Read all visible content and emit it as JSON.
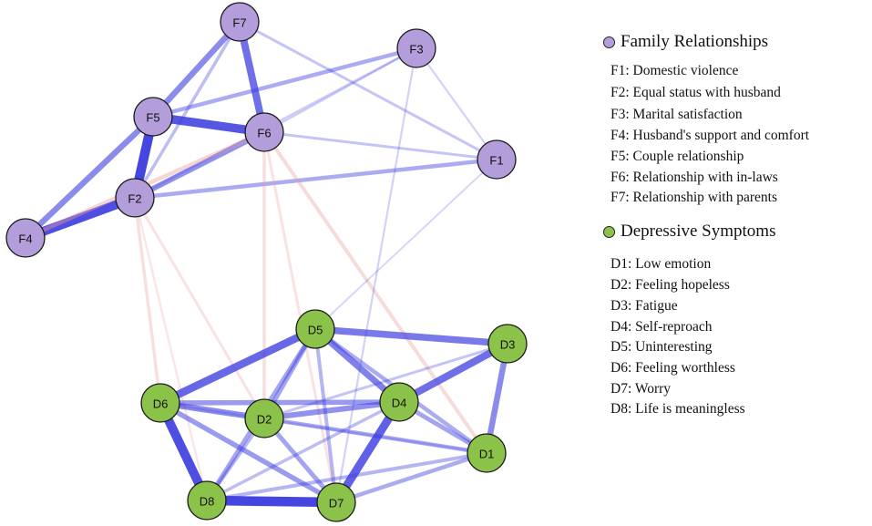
{
  "colors": {
    "family": "#b39ddb",
    "depressive": "#8bc34a",
    "positive_edge": "#3d3de0",
    "negative_edge": "#e8a0a0"
  },
  "groups": [
    {
      "id": "family",
      "title": "Family Relationships",
      "items": [
        "F1: Domestic violence",
        "F2: Equal status with husband",
        "F3: Marital satisfaction",
        "F4: Husband's support and comfort",
        "F5: Couple relationship",
        "F6: Relationship with in-laws",
        "F7: Relationship with parents"
      ]
    },
    {
      "id": "depressive",
      "title": "Depressive Symptoms",
      "items": [
        "D1: Low emotion",
        "D2: Feeling hopeless",
        "D3: Fatigue",
        "D4: Self-reproach",
        "D5: Uninteresting",
        "D6: Feeling worthless",
        "D7: Worry",
        "D8: Life is meaningless"
      ]
    }
  ],
  "nodes": [
    {
      "id": "F1",
      "label": "F1",
      "group": "family"
    },
    {
      "id": "F2",
      "label": "F2",
      "group": "family"
    },
    {
      "id": "F3",
      "label": "F3",
      "group": "family"
    },
    {
      "id": "F4",
      "label": "F4",
      "group": "family"
    },
    {
      "id": "F5",
      "label": "F5",
      "group": "family"
    },
    {
      "id": "F6",
      "label": "F6",
      "group": "family"
    },
    {
      "id": "F7",
      "label": "F7",
      "group": "family"
    },
    {
      "id": "D1",
      "label": "D1",
      "group": "depressive"
    },
    {
      "id": "D2",
      "label": "D2",
      "group": "depressive"
    },
    {
      "id": "D3",
      "label": "D3",
      "group": "depressive"
    },
    {
      "id": "D4",
      "label": "D4",
      "group": "depressive"
    },
    {
      "id": "D5",
      "label": "D5",
      "group": "depressive"
    },
    {
      "id": "D6",
      "label": "D6",
      "group": "depressive"
    },
    {
      "id": "D7",
      "label": "D7",
      "group": "depressive"
    },
    {
      "id": "D8",
      "label": "D8",
      "group": "depressive"
    }
  ],
  "edges": [
    {
      "from": "F5",
      "to": "F2",
      "sign": "positive",
      "strength": 0.95
    },
    {
      "from": "F2",
      "to": "F4",
      "sign": "positive",
      "strength": 0.9
    },
    {
      "from": "F5",
      "to": "F6",
      "sign": "positive",
      "strength": 0.85
    },
    {
      "from": "F7",
      "to": "F6",
      "sign": "positive",
      "strength": 0.7
    },
    {
      "from": "F7",
      "to": "F5",
      "sign": "positive",
      "strength": 0.55
    },
    {
      "from": "F5",
      "to": "F4",
      "sign": "positive",
      "strength": 0.55
    },
    {
      "from": "F6",
      "to": "F2",
      "sign": "positive",
      "strength": 0.5
    },
    {
      "from": "F5",
      "to": "F3",
      "sign": "positive",
      "strength": 0.35
    },
    {
      "from": "F2",
      "to": "F1",
      "sign": "positive",
      "strength": 0.35
    },
    {
      "from": "F7",
      "to": "F2",
      "sign": "positive",
      "strength": 0.25
    },
    {
      "from": "F7",
      "to": "F1",
      "sign": "positive",
      "strength": 0.2
    },
    {
      "from": "F6",
      "to": "F1",
      "sign": "positive",
      "strength": 0.2
    },
    {
      "from": "F3",
      "to": "F2",
      "sign": "positive",
      "strength": 0.15
    },
    {
      "from": "F3",
      "to": "F1",
      "sign": "positive",
      "strength": 0.12
    },
    {
      "from": "F6",
      "to": "F3",
      "sign": "positive",
      "strength": 0.15
    },
    {
      "from": "F4",
      "to": "F6",
      "sign": "negative",
      "strength": 0.35
    },
    {
      "from": "F2",
      "to": "D6",
      "sign": "negative",
      "strength": 0.25
    },
    {
      "from": "F2",
      "to": "D2",
      "sign": "negative",
      "strength": 0.2
    },
    {
      "from": "F6",
      "to": "D2",
      "sign": "negative",
      "strength": 0.25
    },
    {
      "from": "F6",
      "to": "D1",
      "sign": "negative",
      "strength": 0.3
    },
    {
      "from": "F6",
      "to": "D7",
      "sign": "negative",
      "strength": 0.2
    },
    {
      "from": "F2",
      "to": "D8",
      "sign": "negative",
      "strength": 0.15
    },
    {
      "from": "F3",
      "to": "D7",
      "sign": "positive",
      "strength": 0.12
    },
    {
      "from": "F1",
      "to": "D5",
      "sign": "positive",
      "strength": 0.1
    },
    {
      "from": "D8",
      "to": "D7",
      "sign": "positive",
      "strength": 0.95
    },
    {
      "from": "D6",
      "to": "D8",
      "sign": "positive",
      "strength": 0.9
    },
    {
      "from": "D4",
      "to": "D7",
      "sign": "positive",
      "strength": 0.8
    },
    {
      "from": "D6",
      "to": "D5",
      "sign": "positive",
      "strength": 0.75
    },
    {
      "from": "D4",
      "to": "D3",
      "sign": "positive",
      "strength": 0.7
    },
    {
      "from": "D5",
      "to": "D3",
      "sign": "positive",
      "strength": 0.65
    },
    {
      "from": "D5",
      "to": "D4",
      "sign": "positive",
      "strength": 0.6
    },
    {
      "from": "D3",
      "to": "D1",
      "sign": "positive",
      "strength": 0.55
    },
    {
      "from": "D6",
      "to": "D2",
      "sign": "positive",
      "strength": 0.55
    },
    {
      "from": "D2",
      "to": "D4",
      "sign": "positive",
      "strength": 0.5
    },
    {
      "from": "D6",
      "to": "D4",
      "sign": "positive",
      "strength": 0.45
    },
    {
      "from": "D6",
      "to": "D7",
      "sign": "positive",
      "strength": 0.45
    },
    {
      "from": "D5",
      "to": "D8",
      "sign": "positive",
      "strength": 0.4
    },
    {
      "from": "D2",
      "to": "D7",
      "sign": "positive",
      "strength": 0.4
    },
    {
      "from": "D5",
      "to": "D2",
      "sign": "positive",
      "strength": 0.4
    },
    {
      "from": "D4",
      "to": "D1",
      "sign": "positive",
      "strength": 0.4
    },
    {
      "from": "D7",
      "to": "D1",
      "sign": "positive",
      "strength": 0.35
    },
    {
      "from": "D5",
      "to": "D1",
      "sign": "positive",
      "strength": 0.35
    },
    {
      "from": "D2",
      "to": "D1",
      "sign": "positive",
      "strength": 0.35
    },
    {
      "from": "D8",
      "to": "D1",
      "sign": "positive",
      "strength": 0.3
    },
    {
      "from": "D5",
      "to": "D7",
      "sign": "positive",
      "strength": 0.3
    },
    {
      "from": "D2",
      "to": "D8",
      "sign": "positive",
      "strength": 0.3
    },
    {
      "from": "D8",
      "to": "D4",
      "sign": "positive",
      "strength": 0.25
    },
    {
      "from": "D2",
      "to": "D3",
      "sign": "positive",
      "strength": 0.2
    },
    {
      "from": "D6",
      "to": "D1",
      "sign": "positive",
      "strength": 0.15
    }
  ]
}
